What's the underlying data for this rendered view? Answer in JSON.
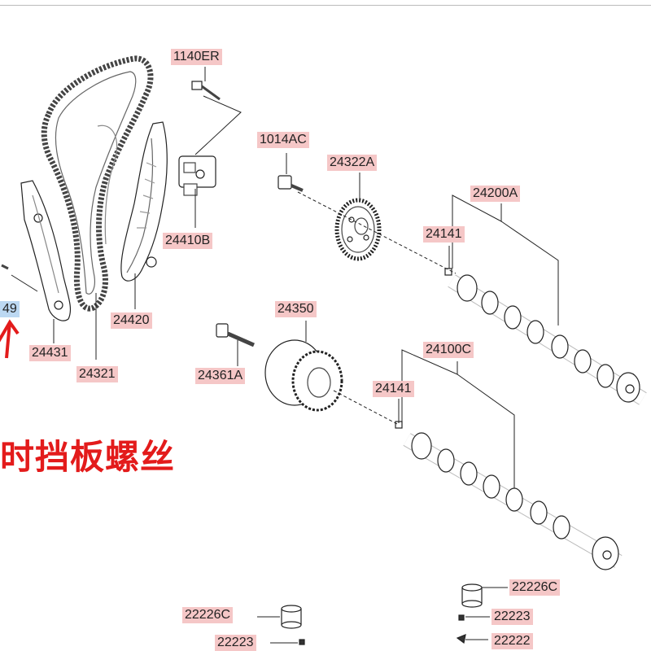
{
  "labels": {
    "p1140ER": "1140ER",
    "p1014AC": "1014AC",
    "p24322A": "24322A",
    "p24200A": "24200A",
    "p24141_top": "24141",
    "p24410B": "24410B",
    "p24420": "24420",
    "p24431": "24431",
    "p24321": "24321",
    "p49": "49",
    "p24350": "24350",
    "p24100C": "24100C",
    "p24361A": "24361A",
    "p24141_bot": "24141",
    "p22226C_right": "22226C",
    "p22223_right": "22223",
    "p22222": "22222",
    "p22226C_left": "22226C",
    "p22223_left": "22223"
  },
  "caption": "时挡板螺丝",
  "colors": {
    "label_bg": "#f5c7c7",
    "label_bg_highlight": "#bcd8f2",
    "caption": "#e31b1b",
    "line": "#222222"
  }
}
